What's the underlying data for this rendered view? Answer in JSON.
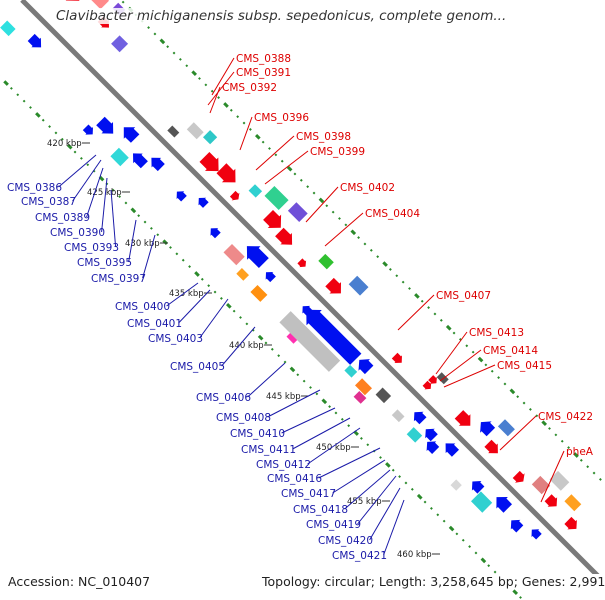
{
  "title": "Clavibacter michiganensis subsp. sepedonicus, complete genom...",
  "footer": {
    "accession": "Accession: NC_010407",
    "topology": "Topology: circular; Length: 3,258,645 bp; Genes: 2,991"
  },
  "colors": {
    "forward": "#e8000b",
    "reverse": "#0000e0",
    "backbone": "#888888",
    "gc_ticks": "#2a8a2a",
    "label_forward": "#dd0000",
    "label_reverse": "#1a1aa8"
  },
  "scale": {
    "ticks": [
      {
        "label": "420 kbp"
      },
      {
        "label": "425 kbp"
      },
      {
        "label": "430 kbp"
      },
      {
        "label": "435 kbp"
      },
      {
        "label": "440 kbp"
      },
      {
        "label": "445 kbp"
      },
      {
        "label": "450 kbp"
      },
      {
        "label": "455 kbp"
      },
      {
        "label": "460 kbp"
      }
    ]
  },
  "labels_forward": [
    "CMS_0388",
    "CMS_0391",
    "CMS_0392",
    "CMS_0396",
    "CMS_0398",
    "CMS_0399",
    "CMS_0402",
    "CMS_0404",
    "CMS_0407",
    "CMS_0413",
    "CMS_0414",
    "CMS_0415",
    "CMS_0422",
    "pheA"
  ],
  "labels_reverse": [
    "CMS_0386",
    "CMS_0387",
    "CMS_0389",
    "CMS_0390",
    "CMS_0393",
    "CMS_0395",
    "CMS_0397",
    "CMS_0400",
    "CMS_0401",
    "CMS_0403",
    "CMS_0405",
    "CMS_0406",
    "CMS_0408",
    "CMS_0410",
    "CMS_0411",
    "CMS_0412",
    "CMS_0416",
    "CMS_0417",
    "CMS_0418",
    "CMS_0419",
    "CMS_0420",
    "CMS_0421"
  ]
}
